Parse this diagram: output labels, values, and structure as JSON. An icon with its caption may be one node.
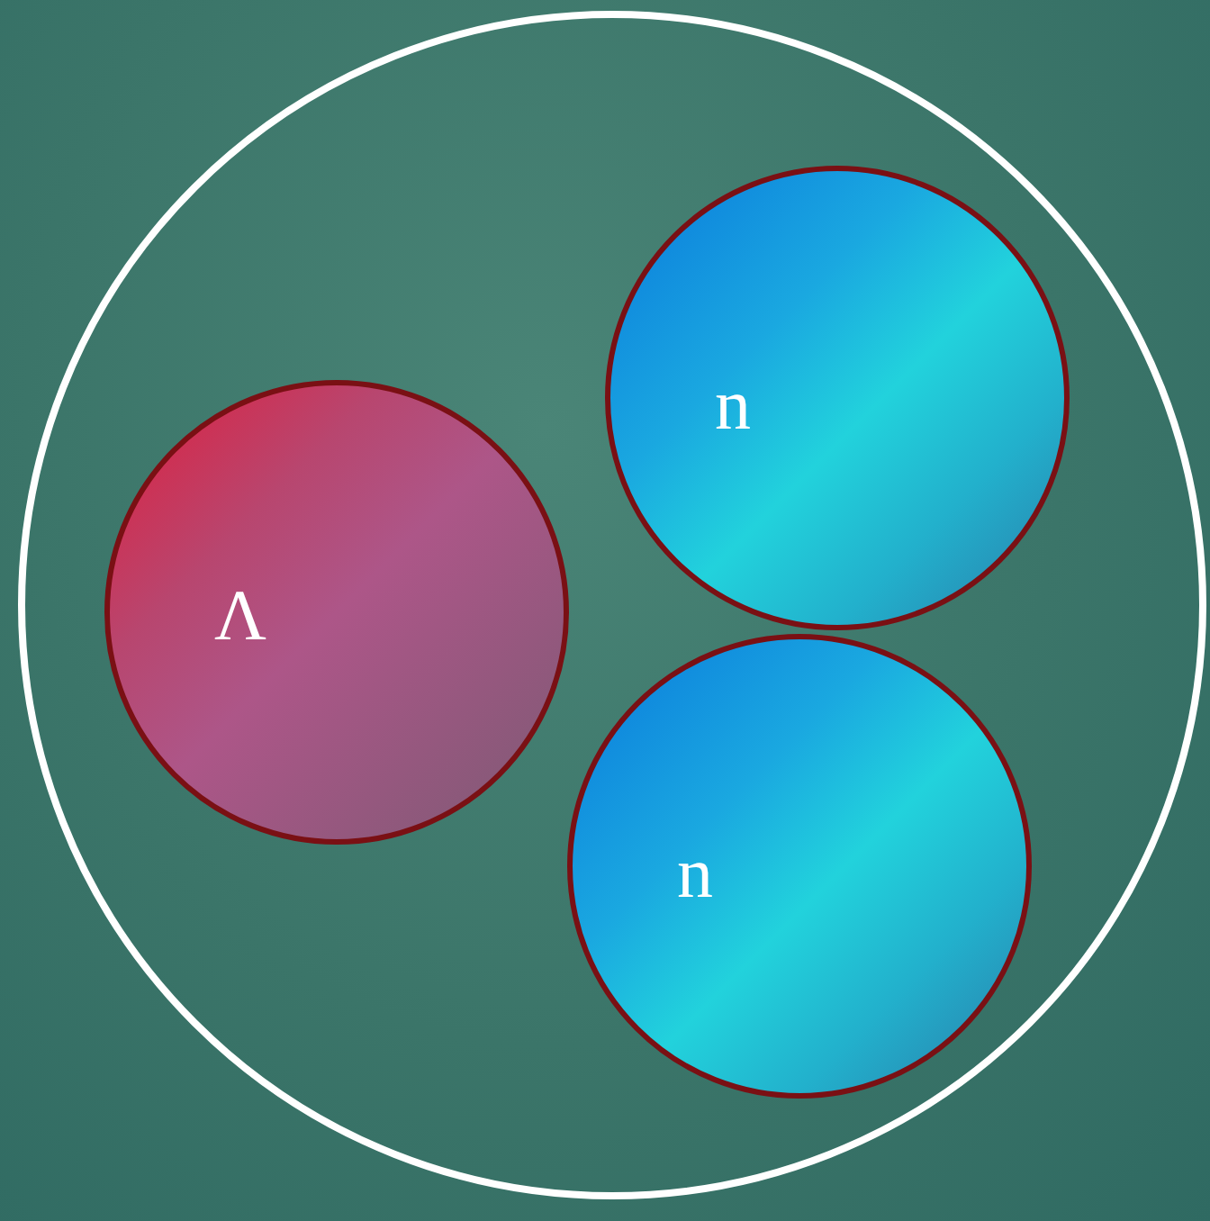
{
  "diagram": {
    "nodes": [
      {
        "text": [],
        "shape": "circle"
      },
      {
        "text": [
          "Λ"
        ],
        "in": 0
      },
      {
        "text": [
          "n"
        ],
        "in": 0
      },
      {
        "text": [
          "n"
        ],
        "in": 0
      }
    ]
  }
}
